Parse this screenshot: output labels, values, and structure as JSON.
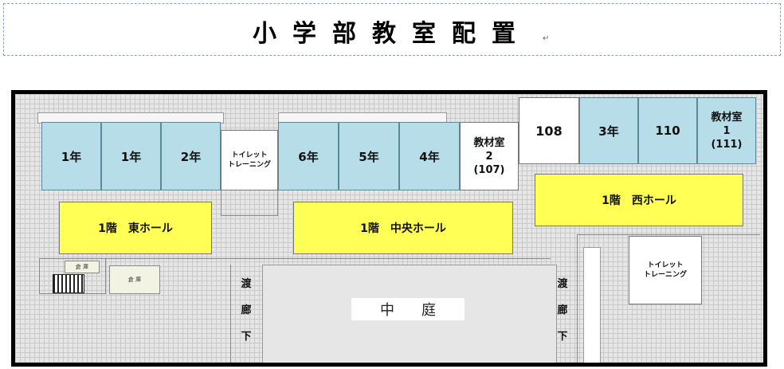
{
  "title": "小学部教室配置",
  "rooms": {
    "east_row": [
      "1年",
      "1年",
      "2年"
    ],
    "toilet_east": "トイレット\nトレーニング",
    "center_row": [
      "6年",
      "5年",
      "4年"
    ],
    "material_room_2": "教材室\n2\n(107)",
    "room_108": "108",
    "room_3nen": "3年",
    "room_110": "110",
    "material_room_1": "教材室\n1\n(111)",
    "toilet_west": "トイレット\nトレーニング"
  },
  "halls": {
    "east": "1階　東ホール",
    "center": "1階　中央ホール",
    "west": "1階　西ホール"
  },
  "storage": [
    "倉 庫",
    "倉 庫"
  ],
  "courtyard": "中庭",
  "corridor_left": [
    "渡",
    "廊",
    "下"
  ],
  "corridor_right": [
    "渡",
    "廊",
    "下"
  ],
  "colors": {
    "classroom": "#b7dde8",
    "hall": "#ffff55",
    "background": "#e6e6e6",
    "wall": "#000000"
  }
}
